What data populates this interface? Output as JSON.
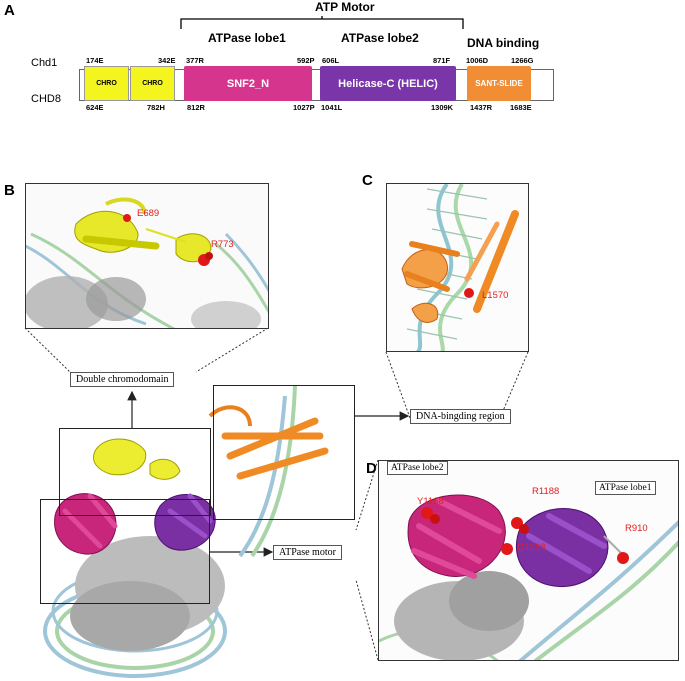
{
  "panels": {
    "a": "A",
    "b": "B",
    "c": "C",
    "d": "D"
  },
  "headers": {
    "atp_motor": "ATP Motor",
    "lobe1": "ATPase lobe1",
    "lobe2": "ATPase lobe2",
    "dna_binding": "DNA binding"
  },
  "proteins": {
    "top": "Chd1",
    "bottom": "CHD8"
  },
  "domains": {
    "chro1": "CHRO",
    "chro2": "CHRO",
    "snf2": "SNF2_N",
    "helic": "Helicase-C (HELIC)",
    "sant": "SANT-SLIDE"
  },
  "colors": {
    "chro": "#f4f41e",
    "snf2": "#d6358e",
    "helic": "#7a35a8",
    "sant": "#f18d35"
  },
  "top_positions": {
    "p1": "174E",
    "p2": "342E",
    "p3": "377R",
    "p4": "592P",
    "p5": "606L",
    "p6": "871F",
    "p7": "1006D",
    "p8": "1266G"
  },
  "bottom_positions": {
    "p1": "624E",
    "p2": "782H",
    "p3": "812R",
    "p4": "1027P",
    "p5": "1041L",
    "p6": "1309K",
    "p7": "1437R",
    "p8": "1683E"
  },
  "callouts": {
    "chromo": "Double chromodomain",
    "dna": "DNA-bingding region",
    "atpase": "ATPase motor"
  },
  "residues": {
    "e689": "E689",
    "r773": "R773",
    "l1570": "L1570",
    "y1168": "Y1168",
    "r1188": "R1188",
    "q1238": "Q1238",
    "r910": "R910"
  },
  "panel_d_labels": {
    "lobe2": "ATPase lobe2",
    "lobe1": "ATPase lobe1"
  }
}
